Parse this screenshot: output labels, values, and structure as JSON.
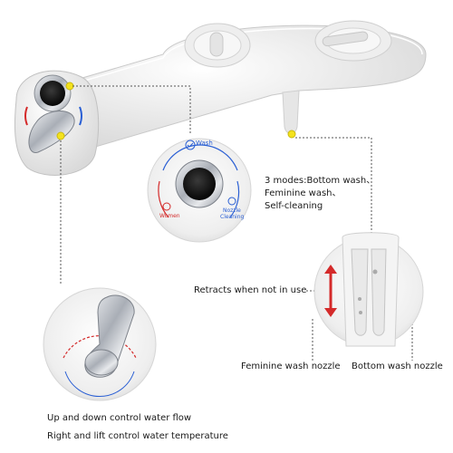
{
  "dial_labels": {
    "wash": "Wash",
    "women": "Women",
    "nozzle_cleaning": [
      "Nozzle",
      "Cleaning"
    ]
  },
  "callouts": {
    "modes": [
      "3 modes:Bottom wash、",
      "Feminine wash、",
      "Self-cleaning"
    ],
    "retracts": "Retracts when not in use",
    "feminine_nozzle": "Feminine wash nozzle",
    "bottom_nozzle": "Bottom wash nozzle",
    "water_flow": "Up and down control water flow",
    "water_temperature": "Right and lift control water temperature"
  },
  "colors": {
    "accent_red": "#d42a2a",
    "accent_blue": "#2a5fd4",
    "highlight_yellow": "#f4e21c",
    "chrome": "#c8ccd2",
    "body_white": "#f2f2f2"
  }
}
